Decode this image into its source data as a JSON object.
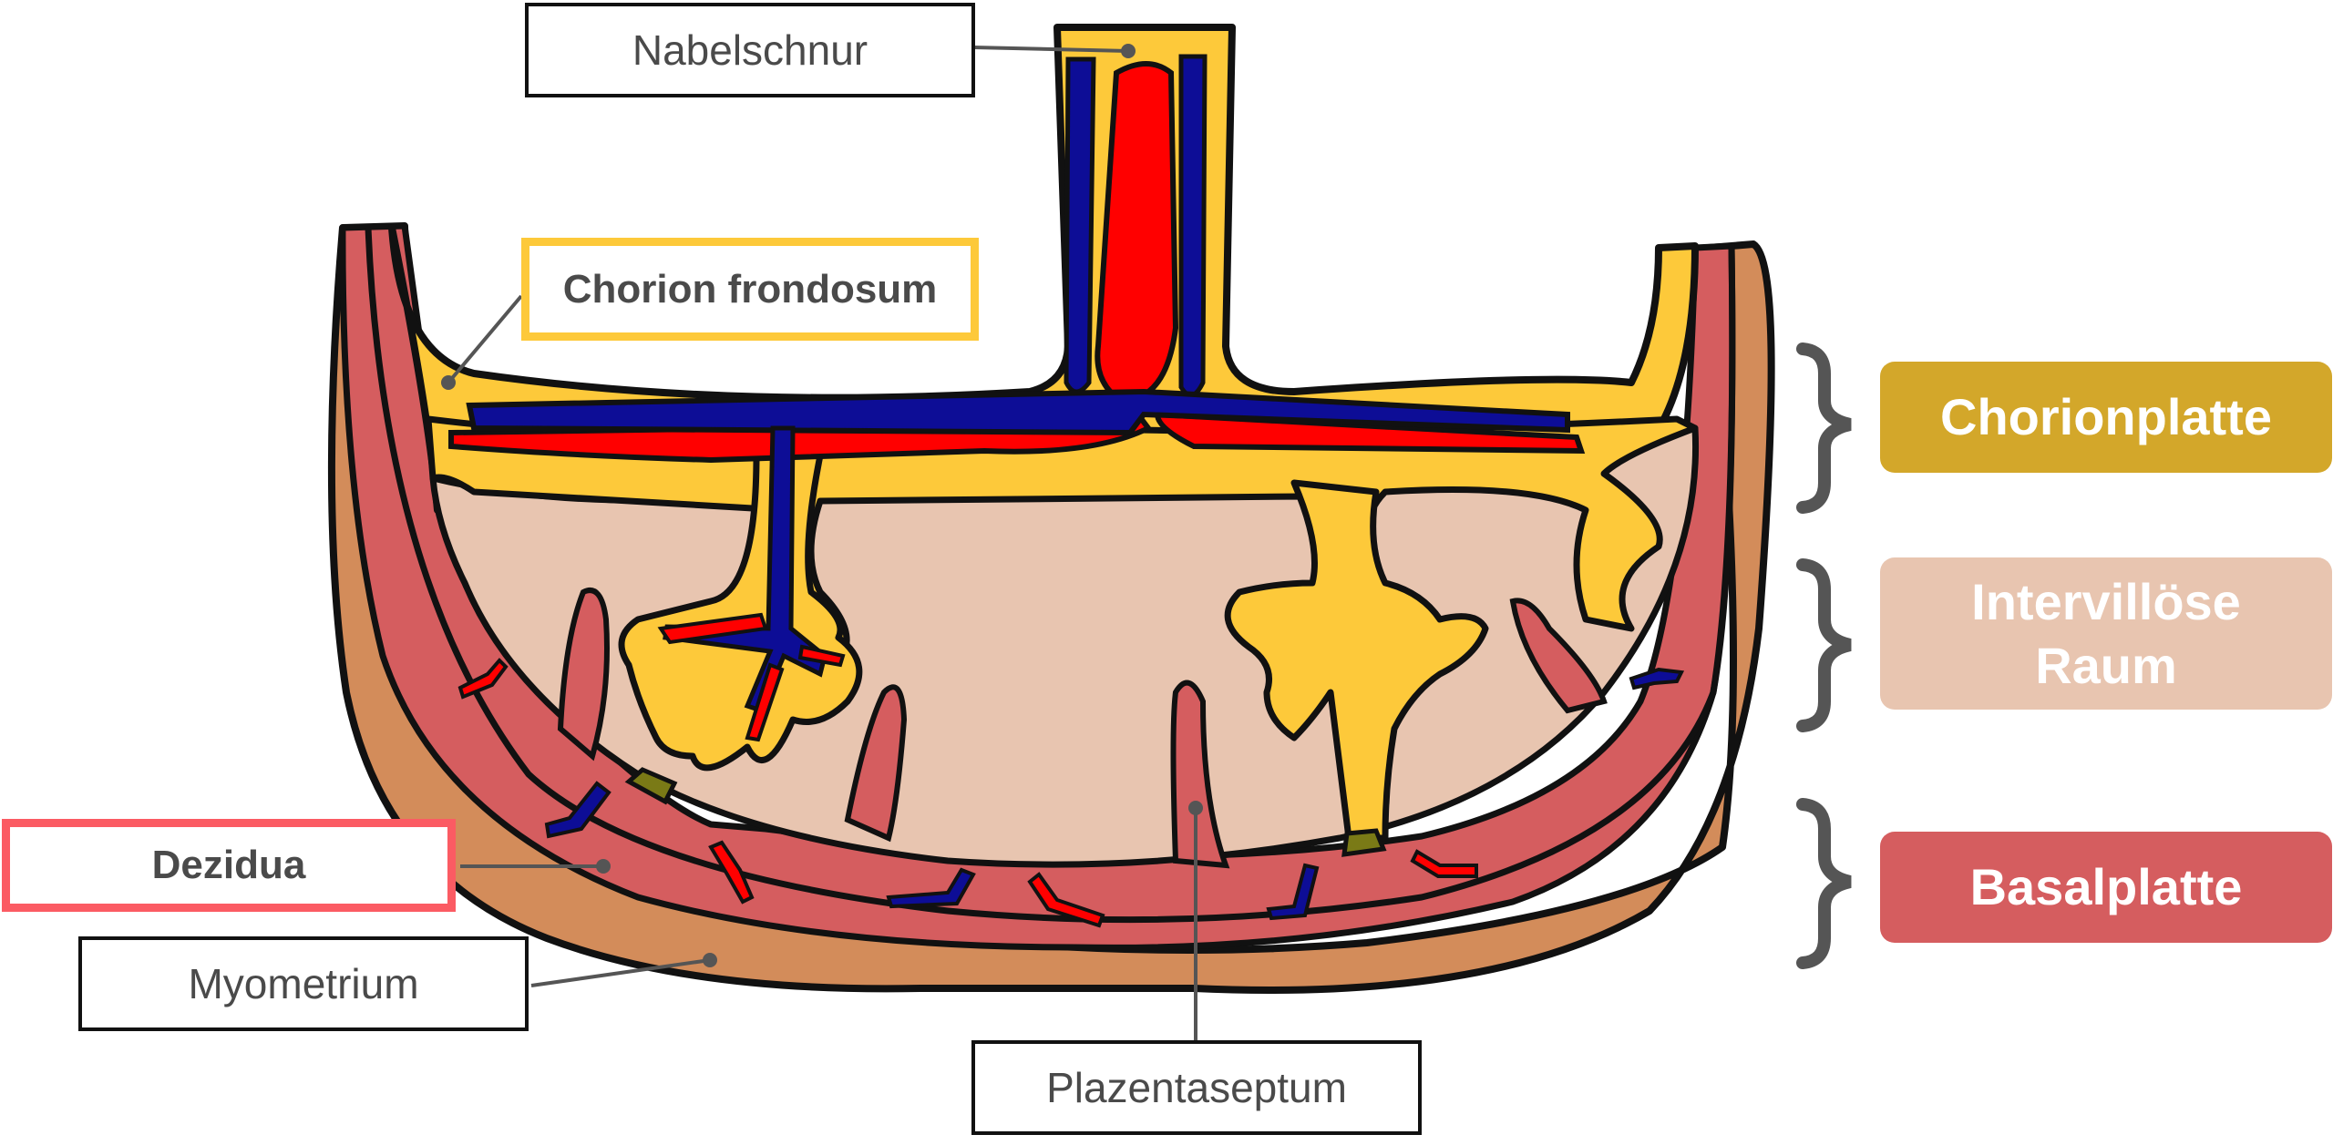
{
  "colors": {
    "outline": "#111111",
    "myometrium": "#D38C5A",
    "decidua": "#D55D5F",
    "chorion": "#FDC93A",
    "intervillous": "#E8C5B0",
    "artery": "#FF0000",
    "vein": "#0D0D96",
    "anchor": "#7A7A16",
    "leader": "#555555",
    "brace": "#555555",
    "chorionplatte_box": "#D3A72A",
    "intervillous_box": "#E8C5B0",
    "basalplatte_box": "#D55D5F",
    "chorion_frondosum_border": "#FDC93A",
    "dezidua_border": "#FB5B63"
  },
  "labels": {
    "nabelschnur": "Nabelschnur",
    "chorion_frondosum": "Chorion frondosum",
    "dezidua": "Dezidua",
    "myometrium": "Myometrium",
    "plazentaseptum": "Plazentaseptum"
  },
  "layers": {
    "chorionplatte": "Chorionplatte",
    "intervilloese_raum_line1": "Intervillöse",
    "intervilloese_raum_line2": "Raum",
    "basalplatte": "Basalplatte"
  }
}
